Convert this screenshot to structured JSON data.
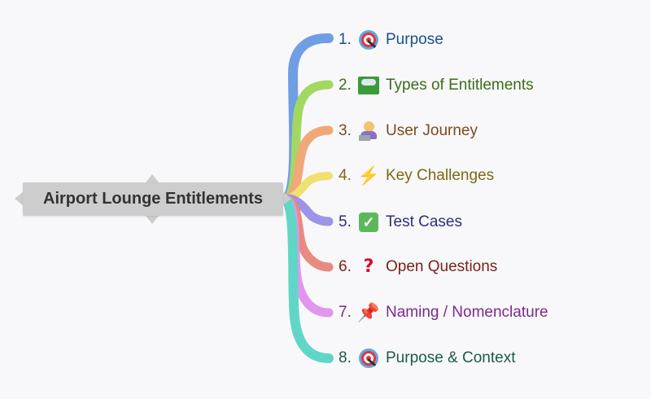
{
  "root": {
    "label": "Airport Lounge Entitlements"
  },
  "branches": [
    {
      "number": "1.",
      "label": "Purpose",
      "icon": "target-icon",
      "color": "#1a4f8c",
      "line": "#6f9ee4"
    },
    {
      "number": "2.",
      "label": "Types of Entitlements",
      "icon": "airplane-ticket-icon",
      "color": "#3c6b1a",
      "line": "#a2d862"
    },
    {
      "number": "3.",
      "label": "User Journey",
      "icon": "person-laptop-icon",
      "color": "#7a4a1c",
      "line": "#f0a878"
    },
    {
      "number": "4.",
      "label": "Key Challenges",
      "icon": "lightning-icon",
      "color": "#7a6a12",
      "line": "#f0e070"
    },
    {
      "number": "5.",
      "label": "Test Cases",
      "icon": "checkmark-icon",
      "color": "#2e2e7a",
      "line": "#9c94e6"
    },
    {
      "number": "6.",
      "label": "Open Questions",
      "icon": "question-icon",
      "color": "#7a1f1a",
      "line": "#e88a80"
    },
    {
      "number": "7.",
      "label": "Naming / Nomenclature",
      "icon": "pushpin-icon",
      "color": "#7a2a8a",
      "line": "#e096ec"
    },
    {
      "number": "8.",
      "label": "Purpose & Context",
      "icon": "target-icon",
      "color": "#1a5a4a",
      "line": "#62d6c6"
    }
  ]
}
